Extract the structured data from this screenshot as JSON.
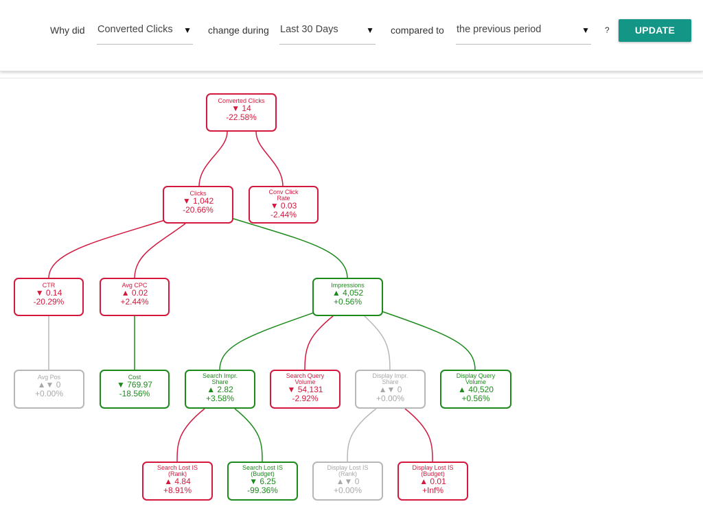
{
  "toolbar": {
    "why_label": "Why did",
    "metric_value": "Converted Clicks",
    "change_label": "change during",
    "period_value": "Last 30 Days",
    "compared_label": "compared to",
    "baseline_value": "the previous period",
    "dropdown_arrow": "▼",
    "help": "?",
    "update_label": "UPDATE"
  },
  "colors": {
    "negative": "#d2183c",
    "positive": "#1b8a1b",
    "neutral": "#b7b7b7",
    "accent": "#149687"
  },
  "tree": {
    "converted_clicks": {
      "name": "Converted Clicks",
      "change": "▼ 14",
      "pct": "-22.58%"
    },
    "clicks": {
      "name": "Clicks",
      "change": "▼ 1,042",
      "pct": "-20.66%"
    },
    "conv_click_rate": {
      "name": "Conv Click Rate",
      "change": "▼ 0.03",
      "pct": "-2.44%"
    },
    "ctr": {
      "name": "CTR",
      "change": "▼ 0.14",
      "pct": "-20.29%"
    },
    "avg_cpc": {
      "name": "Avg CPC",
      "change": "▲ 0.02",
      "pct": "+2.44%"
    },
    "impressions": {
      "name": "Impressions",
      "change": "▲ 4,052",
      "pct": "+0.56%"
    },
    "avg_pos": {
      "name": "Avg Pos",
      "change": "▲▼ 0",
      "pct": "+0.00%"
    },
    "cost": {
      "name": "Cost",
      "change": "▼ 769.97",
      "pct": "-18.56%"
    },
    "search_impr_share": {
      "name": "Search Impr. Share",
      "change": "▲ 2.82",
      "pct": "+3.58%"
    },
    "search_query_volume": {
      "name": "Search Query Volume",
      "change": "▼ 54,131",
      "pct": "-2.92%"
    },
    "display_impr_share": {
      "name": "Display Impr. Share",
      "change": "▲▼ 0",
      "pct": "+0.00%"
    },
    "display_query_volume": {
      "name": "Display Query Volume",
      "change": "▲ 40,520",
      "pct": "+0.56%"
    },
    "search_lost_rank": {
      "name": "Search Lost IS (Rank)",
      "change": "▲ 4.84",
      "pct": "+8.91%"
    },
    "search_lost_budget": {
      "name": "Search Lost IS (Budget)",
      "change": "▼ 6.25",
      "pct": "-99.36%"
    },
    "display_lost_rank": {
      "name": "Display Lost IS (Rank)",
      "change": "▲▼ 0",
      "pct": "+0.00%"
    },
    "display_lost_budget": {
      "name": "Display Lost IS (Budget)",
      "change": "▲ 0.01",
      "pct": "+Inf%"
    }
  }
}
